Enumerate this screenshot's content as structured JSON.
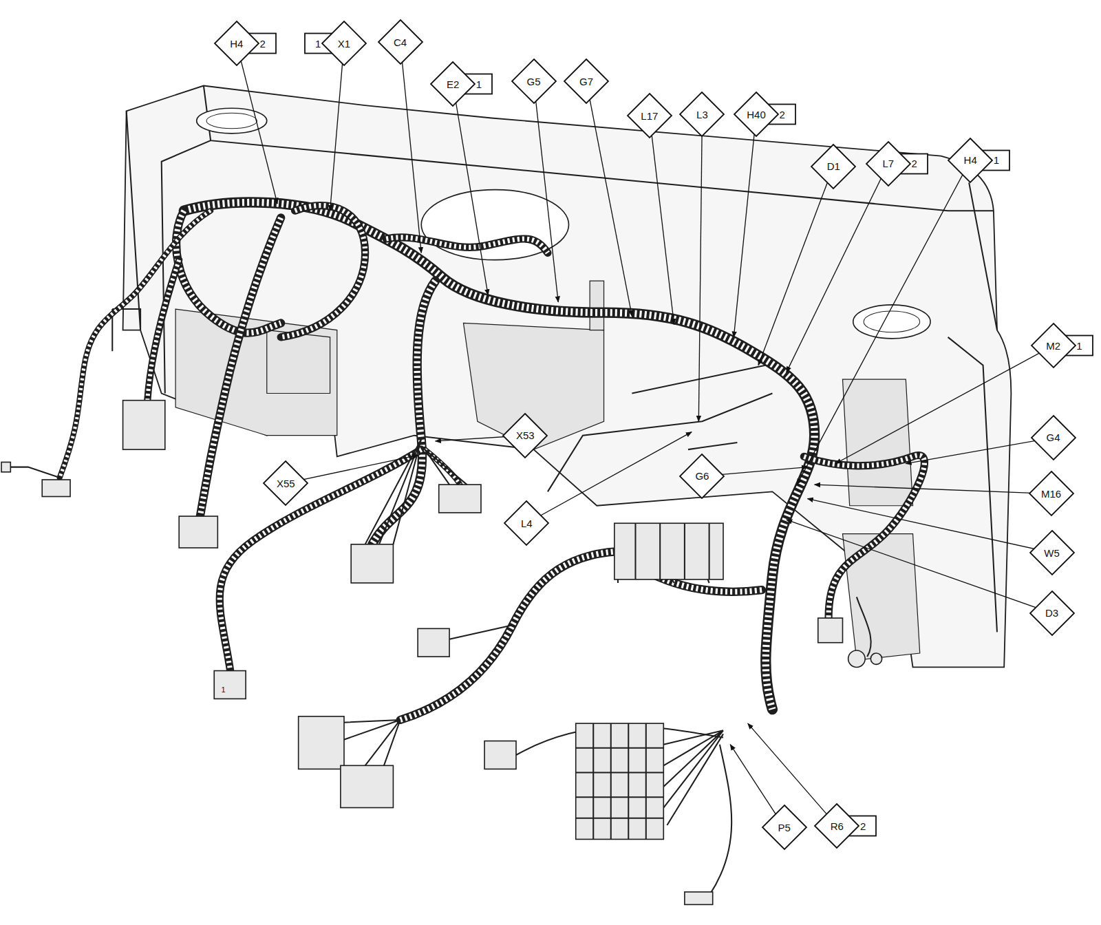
{
  "diagram": {
    "nodes": [
      {
        "text": [
          "H4",
          "2"
        ]
      },
      {
        "text": [
          "1",
          "X1"
        ]
      },
      {
        "text": [
          "C4"
        ]
      },
      {
        "text": [
          "E2",
          "1"
        ]
      },
      {
        "text": [
          "G5"
        ]
      },
      {
        "text": [
          "G7"
        ]
      },
      {
        "text": [
          "L17"
        ]
      },
      {
        "text": [
          "L3"
        ]
      },
      {
        "text": [
          "H40",
          "2"
        ]
      },
      {
        "text": [
          "D1"
        ]
      },
      {
        "text": [
          "L7",
          "2"
        ]
      },
      {
        "text": [
          "H4",
          "1"
        ]
      },
      {
        "text": [
          "M2",
          "1"
        ]
      },
      {
        "text": [
          "G4"
        ]
      },
      {
        "text": [
          "G6"
        ]
      },
      {
        "text": [
          "X53"
        ]
      },
      {
        "text": [
          "M16"
        ]
      },
      {
        "text": [
          "W5"
        ]
      },
      {
        "text": [
          "X55"
        ]
      },
      {
        "text": [
          "L4"
        ]
      },
      {
        "text": [
          "D3"
        ]
      },
      {
        "text": [
          "P5"
        ]
      },
      {
        "text": [
          "R6",
          "2"
        ]
      }
    ],
    "labels": [
      "1"
    ]
  }
}
